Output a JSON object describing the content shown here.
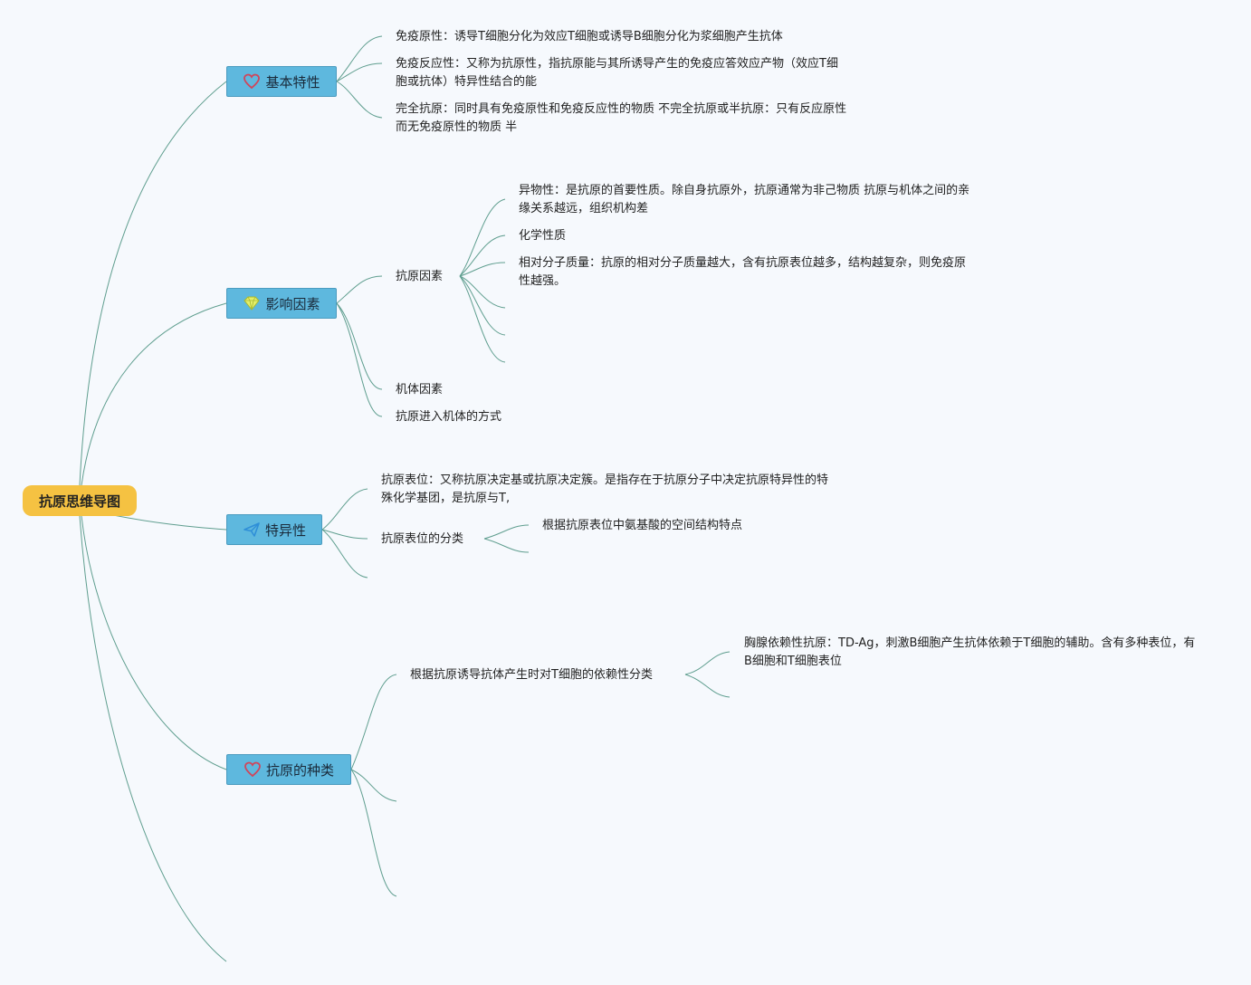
{
  "root": {
    "label": "抗原思维导图"
  },
  "branches": {
    "basic": {
      "label": "基本特性",
      "icon": "heart-icon",
      "items": [
        "免疫原性：诱导T细胞分化为效应T细胞或诱导B细胞分化为浆细胞产生抗体",
        "免疫反应性：又称为抗原性，指抗原能与其所诱导产生的免疫应答效应产物（效应T细胞或抗体）特异性结合的能",
        "完全抗原：同时具有免疫原性和免疫反应性的物质 不完全抗原或半抗原：只有反应原性而无免疫原性的物质 半"
      ]
    },
    "factors": {
      "label": "影响因素",
      "icon": "diamond-icon",
      "antigen_factor": {
        "label": "抗原因素",
        "items": [
          "异物性：是抗原的首要性质。除自身抗原外，抗原通常为非己物质 抗原与机体之间的亲缘关系越远，组织机构差",
          "化学性质",
          "相对分子质量：抗原的相对分子质量越大，含有抗原表位越多，结构越复杂，则免疫原性越强。"
        ]
      },
      "body_factor": "机体因素",
      "entry_route": "抗原进入机体的方式"
    },
    "specificity": {
      "label": "特异性",
      "icon": "paper-plane-icon",
      "epitope": "抗原表位：又称抗原决定基或抗原决定簇。是指存在于抗原分子中决定抗原特异性的特殊化学基团，是抗原与T,",
      "epitope_class": {
        "label": "抗原表位的分类",
        "items": [
          "根据抗原表位中氨基酸的空间结构特点"
        ]
      }
    },
    "types": {
      "label": "抗原的种类",
      "icon": "heart-icon",
      "by_t_cell": {
        "label": "根据抗原诱导抗体产生时对T细胞的依赖性分类",
        "items": [
          "胸腺依赖性抗原：TD-Ag，刺激B细胞产生抗体依赖于T细胞的辅助。含有多种表位，有B细胞和T细胞表位"
        ]
      }
    }
  },
  "colors": {
    "root_fill": "#f5c242",
    "branch_fill": "#5eb8de",
    "connector": "#5f9e8f",
    "heart": "#d0455a",
    "diamond": "#d8e84a",
    "plane": "#2f8fd8"
  }
}
